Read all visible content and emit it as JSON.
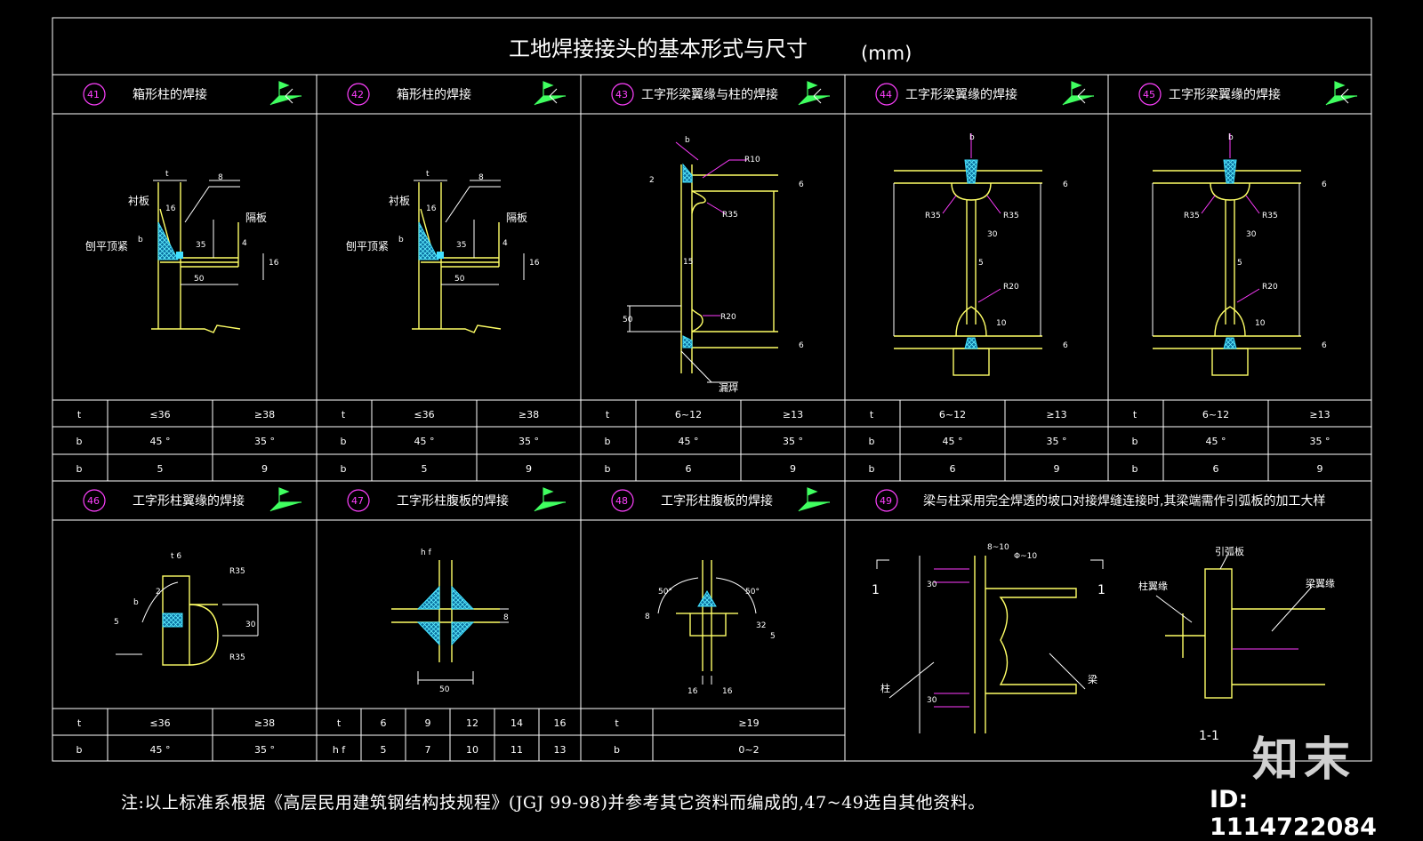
{
  "title": "工地焊接接头的基本形式与尺寸",
  "unit": "(mm)",
  "top_panels": [
    {
      "num": "41",
      "name": "箱形柱的焊接"
    },
    {
      "num": "42",
      "name": "箱形柱的焊接"
    },
    {
      "num": "43",
      "name": "工字形梁翼缘与柱的焊接"
    },
    {
      "num": "44",
      "name": "工字形梁翼缘的焊接"
    },
    {
      "num": "45",
      "name": "工字形梁翼缘的焊接"
    }
  ],
  "bottom_panels": [
    {
      "num": "46",
      "name": "工字形柱翼缘的焊接"
    },
    {
      "num": "47",
      "name": "工字形柱腹板的焊接"
    },
    {
      "num": "48",
      "name": "工字形柱腹板的焊接"
    },
    {
      "num": "49",
      "name": "梁与柱采用完全焊透的坡口对接焊缝连接时,其梁端需作引弧板的加工大样"
    }
  ],
  "top_tables": [
    {
      "rows": [
        [
          "t",
          "≤36",
          "≥38"
        ],
        [
          "b",
          "45 °",
          "35 °"
        ],
        [
          "b",
          "5",
          "9"
        ]
      ]
    },
    {
      "rows": [
        [
          "t",
          "≤36",
          "≥38"
        ],
        [
          "b",
          "45 °",
          "35 °"
        ],
        [
          "b",
          "5",
          "9"
        ]
      ]
    },
    {
      "rows": [
        [
          "t",
          "6~12",
          "≥13"
        ],
        [
          "b",
          "45 °",
          "35 °"
        ],
        [
          "b",
          "6",
          "9"
        ]
      ]
    },
    {
      "rows": [
        [
          "t",
          "6~12",
          "≥13"
        ],
        [
          "b",
          "45 °",
          "35 °"
        ],
        [
          "b",
          "6",
          "9"
        ]
      ]
    },
    {
      "rows": [
        [
          "t",
          "6~12",
          "≥13"
        ],
        [
          "b",
          "45 °",
          "35 °"
        ],
        [
          "b",
          "6",
          "9"
        ]
      ]
    }
  ],
  "bottom_tables": [
    {
      "rows": [
        [
          "t",
          "≤36",
          "≥38"
        ],
        [
          "b",
          "45 °",
          "35 °"
        ]
      ]
    },
    {
      "rows": [
        [
          "t",
          "6",
          "9",
          "12",
          "14",
          "16"
        ],
        [
          "h f",
          "5",
          "7",
          "10",
          "11",
          "13"
        ]
      ]
    },
    {
      "rows": [
        [
          "t",
          "≥19"
        ],
        [
          "b",
          "0~2"
        ]
      ]
    }
  ],
  "labels": {
    "liner": "衬板",
    "partition": "隔板",
    "planed": "刨平顶紧",
    "column_flange": "柱翼缘",
    "beam_flange": "梁翼缘",
    "arc_plate": "引弧板",
    "column": "柱",
    "beam": "梁",
    "section": "1-1",
    "section_mark": "1",
    "leak_weld": "漏焊"
  },
  "dims": {
    "t": "t",
    "b": "b",
    "d16": "16",
    "d8": "8",
    "d4": "4",
    "d35": "35",
    "d50": "50",
    "r10": "R10",
    "r35": "R35",
    "r20": "R20",
    "d6": "6",
    "d2": "2",
    "d15": "15",
    "d30": "30",
    "d5": "5",
    "d10": "10",
    "d32": "32",
    "d8_10": "8~10",
    "phi": "Φ~10",
    "hf": "h f",
    "t6": "t 6",
    "ang50": "50°"
  },
  "footnote": "注:以上标准系根据《高层民用建筑钢结构技规程》(JGJ 99-98)并参考其它资料而编成的,47~49选自其他资料。",
  "logo": "知末",
  "id_text": "ID: 1114722084",
  "colors": {
    "frame": "#ffffff",
    "steel": "#ffff66",
    "dim": "#00e0e0",
    "callout": "#ff3cff",
    "weld": "#40e0ff",
    "number": "#ff40ff",
    "flag": "#40ff60"
  }
}
